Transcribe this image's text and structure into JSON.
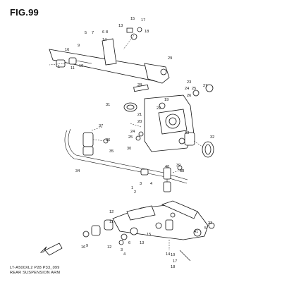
{
  "figure": {
    "title": "FIG.99",
    "code": "LT-A500XL2 P28 P33_099",
    "caption": "REAR SUSPENSION ARM"
  },
  "callouts": [
    "5",
    "7",
    "6",
    "8",
    "13",
    "14",
    "15",
    "17",
    "18",
    "16",
    "9",
    "11",
    "10",
    "1",
    "29",
    "28",
    "23",
    "24",
    "25",
    "26",
    "19",
    "22",
    "31",
    "21",
    "20",
    "24",
    "27",
    "37",
    "33",
    "32",
    "36",
    "35",
    "25",
    "30",
    "34",
    "40",
    "39",
    "38",
    "3",
    "4",
    "1",
    "2",
    "12",
    "11",
    "23",
    "5",
    "41",
    "16",
    "9",
    "12",
    "3",
    "4",
    "6",
    "13",
    "15",
    "14",
    "10",
    "17",
    "18"
  ],
  "icons": [
    "front-arrow-icon"
  ]
}
